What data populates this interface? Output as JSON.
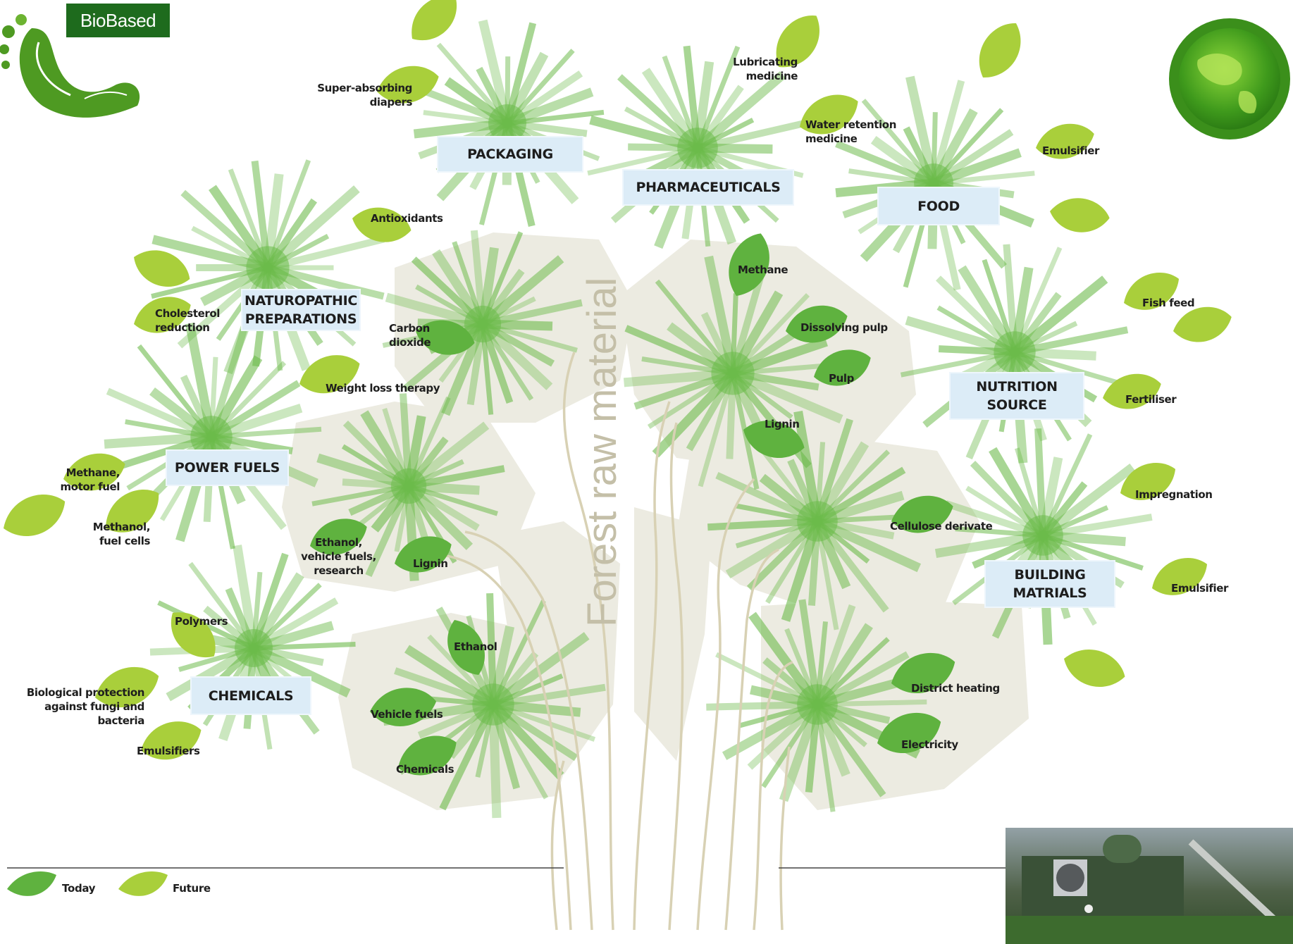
{
  "brand": {
    "label": "BioBased"
  },
  "trunk": {
    "label": "Forest raw material"
  },
  "categories": {
    "packaging": "PACKAGING",
    "pharmaceuticals": "PHARMACEUTICALS",
    "food": "FOOD",
    "naturopathic": "NATUROPATHIC\nPREPARATIONS",
    "nutrition": "NUTRITION\nSOURCE",
    "power_fuels": "POWER FUELS",
    "building": "BUILDING\nMATRIALS",
    "chemicals": "CHEMICALS"
  },
  "labels": {
    "super_absorbing": "Super-absorbing\ndiapers",
    "lubricating": "Lubricating\nmedicine",
    "water_retention": "Water retention\nmedicine",
    "emulsifier_food": "Emulsifier",
    "antioxidants": "Antioxidants",
    "cholesterol": "Cholesterol\nreduction",
    "carbon_dioxide": "Carbon dioxide",
    "methane_top": "Methane",
    "dissolving_pulp": "Dissolving pulp",
    "pulp": "Pulp",
    "lignin_right": "Lignin",
    "fish_feed": "Fish feed",
    "fertiliser": "Fertiliser",
    "weight_loss": "Weight loss therapy",
    "methane_motor": "Methane,\nmotor fuel",
    "methanol": "Methanol,\nfuel cells",
    "ethanol_research": "Ethanol,\nvehicle fuels,\nresearch",
    "lignin_left": "Lignin",
    "cellulose": "Cellulose derivate",
    "impregnation": "Impregnation",
    "emulsifier_building": "Emulsifier",
    "polymers": "Polymers",
    "ethanol": "Ethanol",
    "biological": "Biological protection\nagainst fungi and bacteria",
    "vehicle_fuels": "Vehicle fuels",
    "emulsifiers": "Emulsifiers",
    "chemicals_leaf": "Chemicals",
    "district_heating": "District heating",
    "electricity": "Electricity"
  },
  "legend": {
    "today": "Today",
    "future": "Future"
  },
  "colors": {
    "today": "#5fb23f",
    "future": "#a9cf3b",
    "frond": "#6cbb4a",
    "blob": "#ecebe1",
    "label_box": "#dcecf7",
    "brand": "#1e6b1d",
    "trunk": "#d8d1b4"
  }
}
